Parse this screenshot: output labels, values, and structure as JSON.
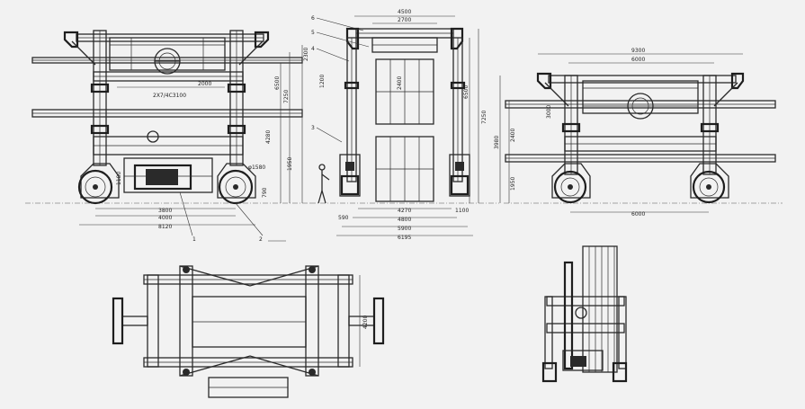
{
  "front_view": {
    "dims": {
      "d2000": "2000",
      "d_top": "2X7/4C3100",
      "d6500": "6500",
      "d7250": "7250",
      "d2300": "2300",
      "d4280": "4280",
      "d1950": "1950",
      "d3800": "3800",
      "d4000": "4000",
      "d8120": "8120",
      "dphi": "φ1580",
      "d790": "790",
      "d1180": "1180"
    },
    "callouts": {
      "c1": "1",
      "c2": "2"
    }
  },
  "side_view": {
    "dims": {
      "d4500": "4500",
      "d2700": "2700",
      "d2400": "2400",
      "d6500": "6500",
      "d7250": "7250",
      "d4270": "4270",
      "d4800": "4800",
      "d5900": "5900",
      "d6195": "6195",
      "d590": "590",
      "d1100": "1100",
      "d1200": "1200"
    },
    "callouts": {
      "c3": "3",
      "c4": "4",
      "c5": "5",
      "c6": "6"
    }
  },
  "right_view": {
    "dims": {
      "d9300": "9300",
      "d6000_top": "6000",
      "d3000": "3000",
      "d2400": "2400",
      "d3980": "3980",
      "d1950": "1950",
      "d6000_bottom": "6000"
    }
  },
  "plan_view": {
    "dims": {
      "d4200": "4200"
    }
  }
}
